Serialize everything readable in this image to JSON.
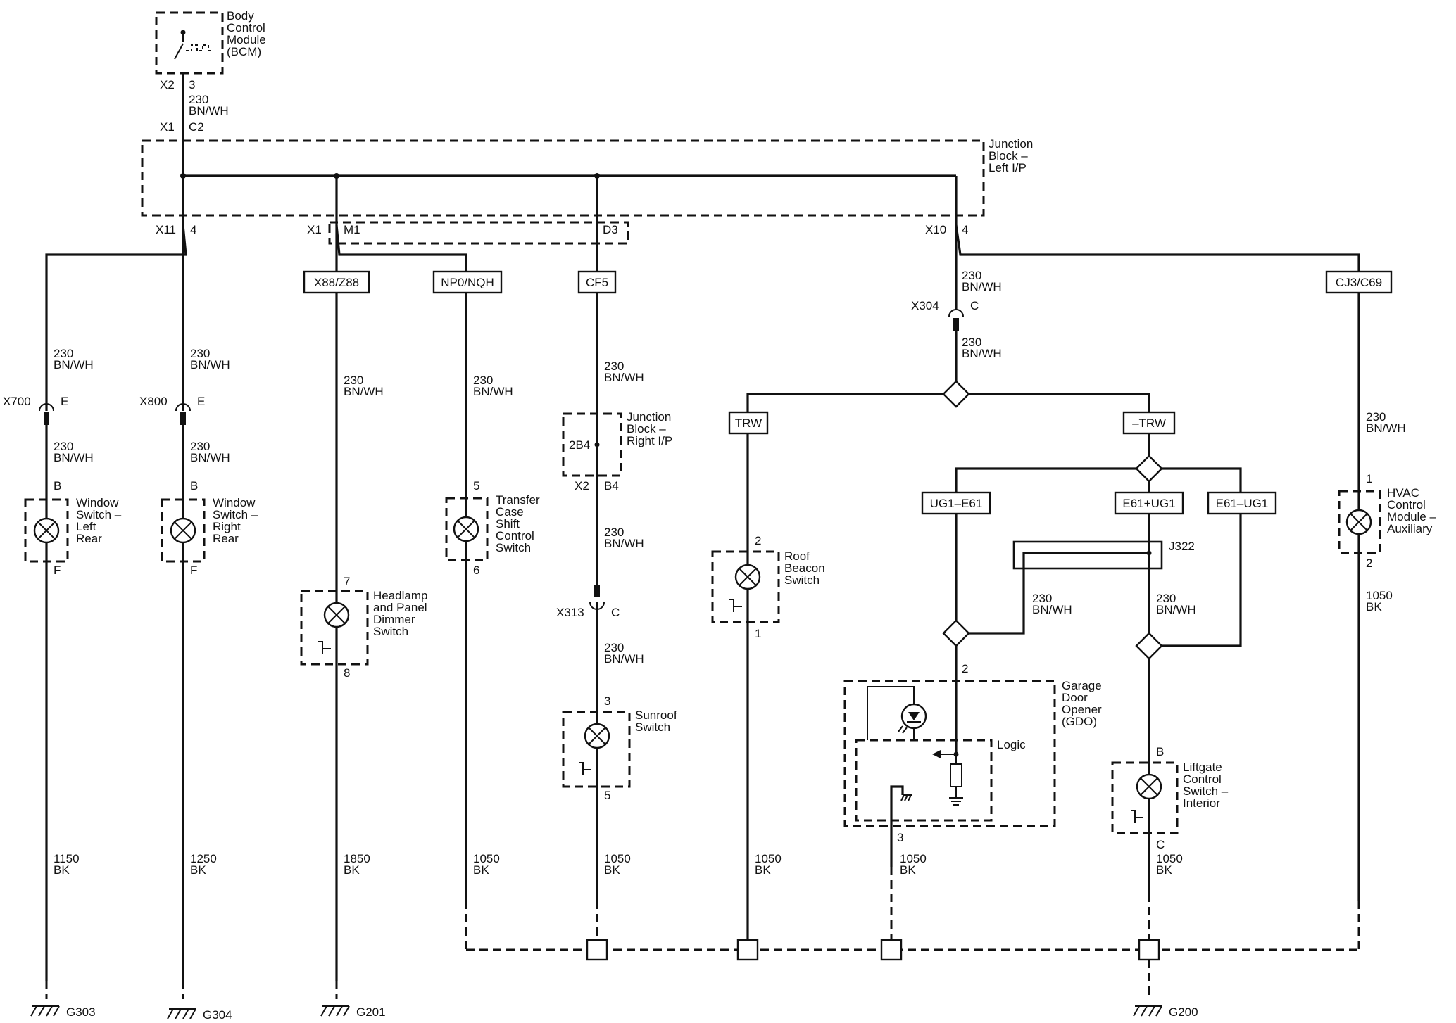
{
  "components": {
    "bcm": [
      "Body",
      "Control",
      "Module",
      "(BCM)"
    ],
    "jb_left": [
      "Junction",
      "Block –",
      "Left I/P"
    ],
    "jb_right": [
      "Junction",
      "Block –",
      "Right I/P"
    ],
    "window_lr": [
      "Window",
      "Switch –",
      "Left",
      "Rear"
    ],
    "window_rr": [
      "Window",
      "Switch –",
      "Right",
      "Rear"
    ],
    "headlamp": [
      "Headlamp",
      "and Panel",
      "Dimmer",
      "Switch"
    ],
    "transfer": [
      "Transfer",
      "Case",
      "Shift",
      "Control",
      "Switch"
    ],
    "sunroof": [
      "Sunroof",
      "Switch"
    ],
    "roof_beacon": [
      "Roof",
      "Beacon",
      "Switch"
    ],
    "gdo": [
      "Garage",
      "Door",
      "Opener",
      "(GDO)"
    ],
    "gdo_logic": "Logic",
    "liftgate": [
      "Liftgate",
      "Control",
      "Switch –",
      "Interior"
    ],
    "hvac": [
      "HVAC",
      "Control",
      "Module –",
      "Auxiliary"
    ],
    "splice": "J322"
  },
  "options": [
    "X88/Z88",
    "NP0/NQH",
    "CF5",
    "TRW",
    "–TRW",
    "UG1–E61",
    "E61+UG1",
    "E61–UG1",
    "CJ3/C69"
  ],
  "connectors": {
    "bcm_conn": "X2",
    "bcm_pin": "3",
    "jbl_in_conn": "X1",
    "jbl_in_pin": "C2",
    "x11": "X11",
    "x11_pin": "4",
    "x1": "X1",
    "m1": "M1",
    "d3": "D3",
    "x10": "X10",
    "x10_pin": "4",
    "x700": "X700",
    "x800": "X800",
    "x304": "X304",
    "x313": "X313",
    "inline_pin_e": "E",
    "inline_pin_c": "C",
    "jbr_pin": "2B4",
    "jbr_conn": "X2",
    "jbr_out": "B4",
    "pins": {
      "B": "B",
      "F": "F",
      "C": "C",
      "1": "1",
      "2": "2",
      "3": "3",
      "5": "5",
      "6": "6",
      "7": "7",
      "8": "8"
    }
  },
  "wires": {
    "signal": [
      "230",
      "BN/WH"
    ],
    "g1150": [
      "1150",
      "BK"
    ],
    "g1250": [
      "1250",
      "BK"
    ],
    "g1850": [
      "1850",
      "BK"
    ],
    "g1050": [
      "1050",
      "BK"
    ]
  },
  "grounds": [
    "G303",
    "G304",
    "G201",
    "G200"
  ]
}
